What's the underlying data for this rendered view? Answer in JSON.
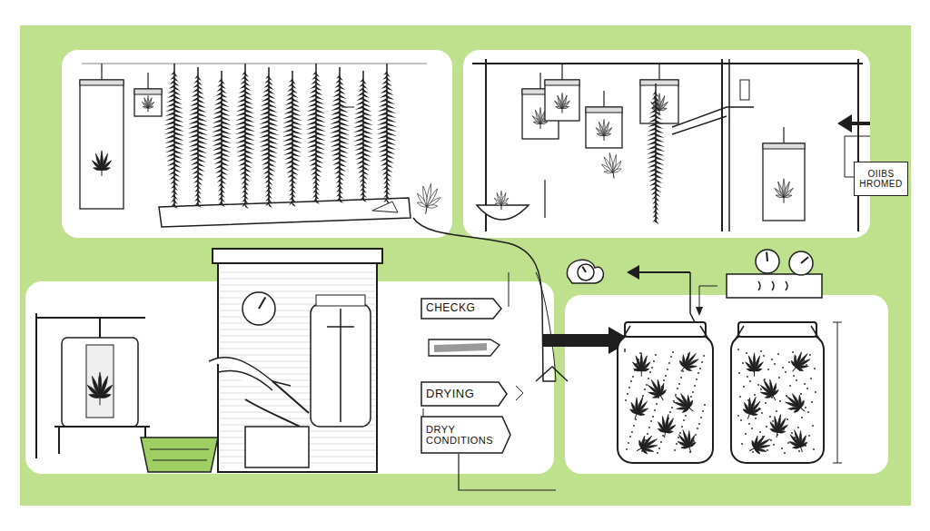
{
  "diagram": {
    "nodes": [
      {
        "text": [
          "OIIBS HROMED"
        ]
      },
      {
        "text": [
          "CHECKG"
        ]
      },
      {
        "text": [
          "DRYING"
        ]
      },
      {
        "text": [
          "DRYY CONDITIONS"
        ]
      }
    ]
  }
}
